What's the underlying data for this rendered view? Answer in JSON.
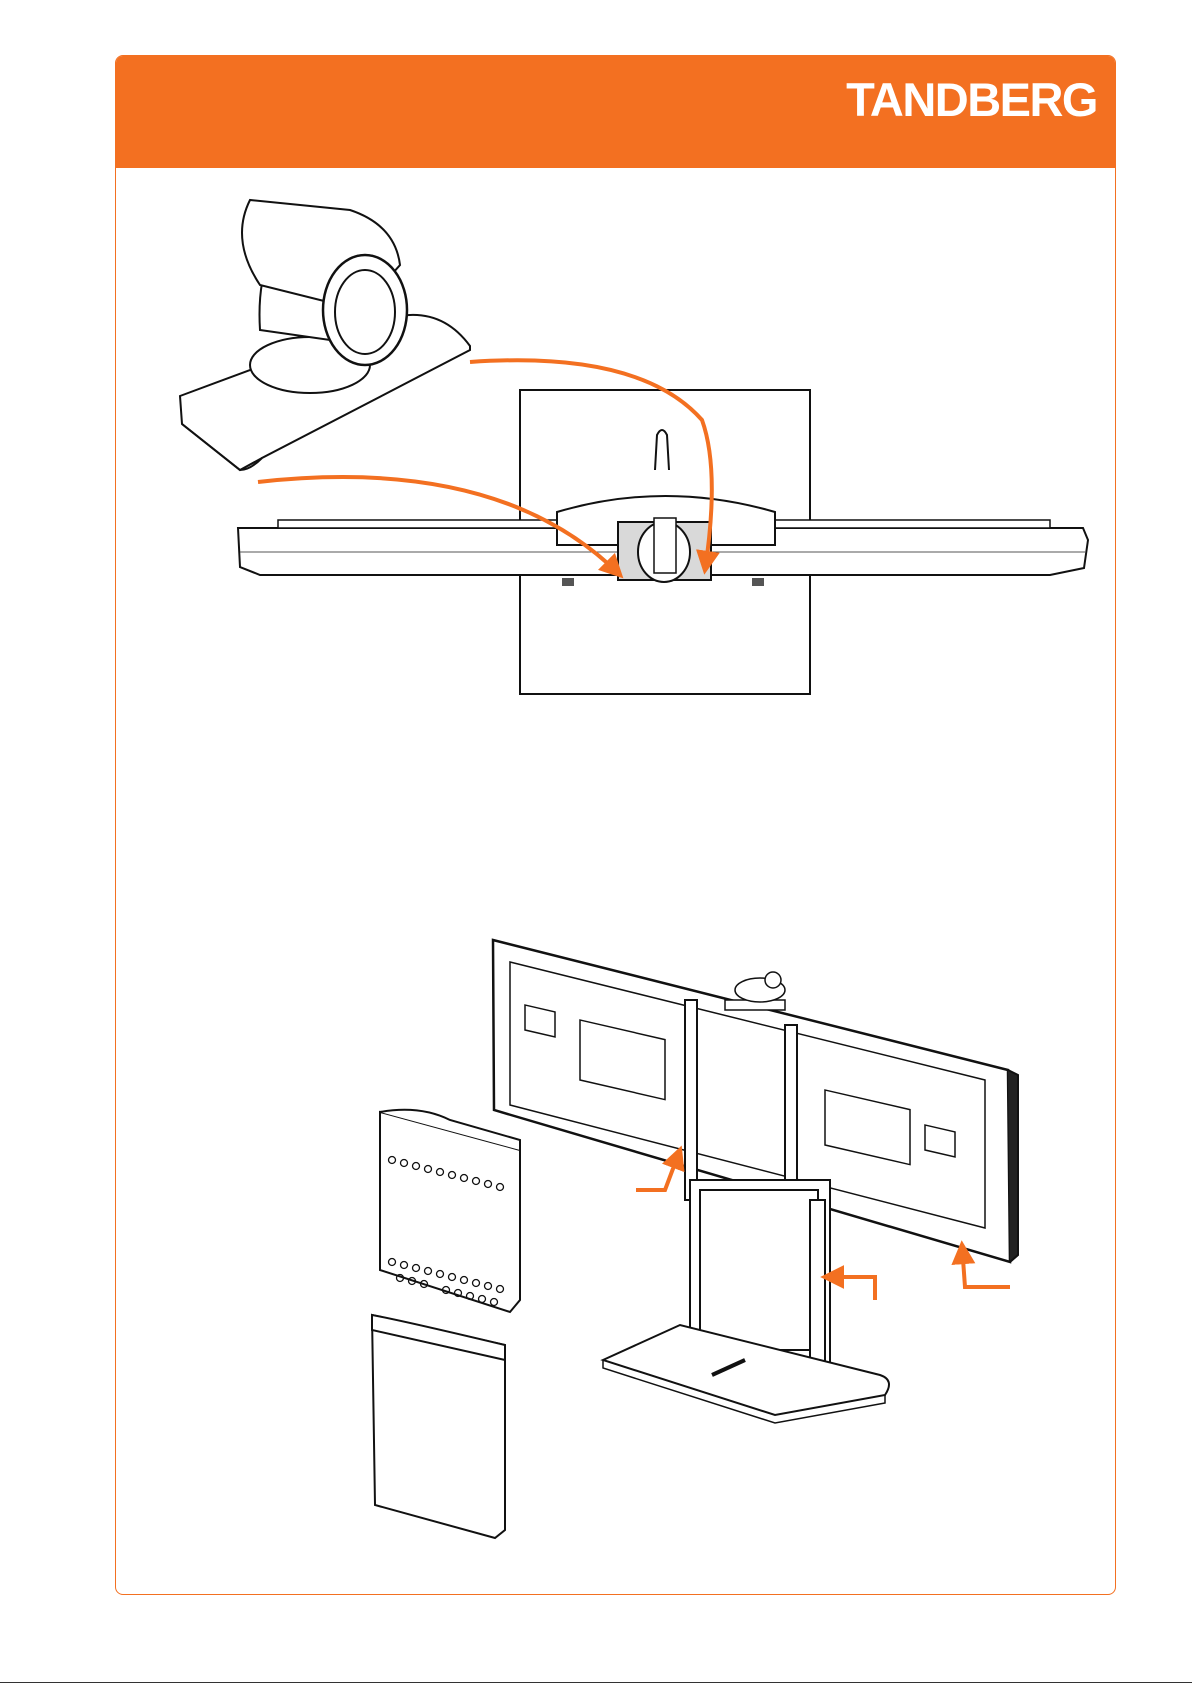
{
  "header": {
    "brand": "TANDBERG",
    "accent_color": "#f37021"
  },
  "illustrations": {
    "top": "camera-mounting-diagram",
    "bottom": "stand-cover-assembly-diagram"
  }
}
